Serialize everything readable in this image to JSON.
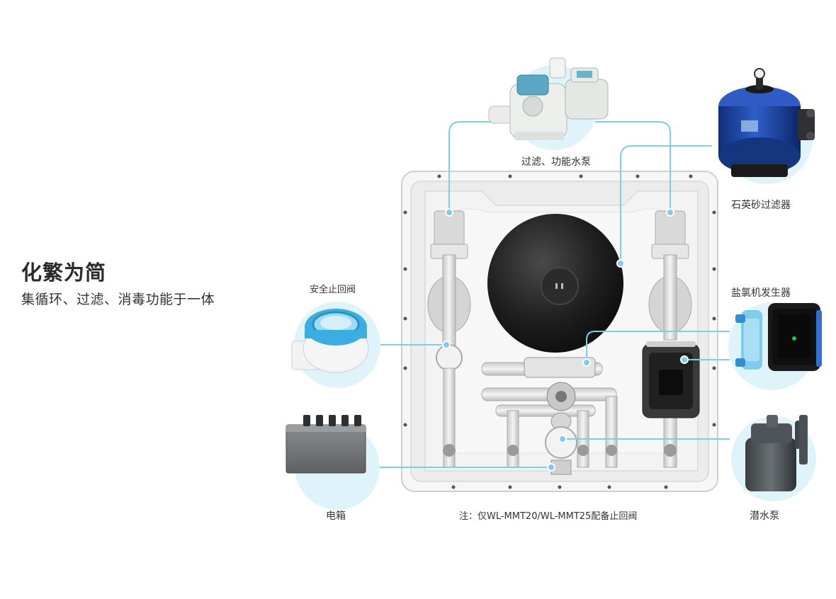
{
  "headline": "化繁为简",
  "subline": "集循环、过滤、消毒功能于一体",
  "components": {
    "pump": "过滤、功能水泵",
    "sand_filter": "石英砂过滤器",
    "check_valve": "安全止回阀",
    "salt_chlorinator": "盐氯机发生器",
    "electric_box": "电箱",
    "submersible_pump": "潜水泵"
  },
  "note": "注：仅WL-MMT20/WL-MMT25配备止回阀",
  "colors": {
    "accent": "#7fcdee",
    "circle": "#dff3fb",
    "frame": "#f1f1f1"
  }
}
